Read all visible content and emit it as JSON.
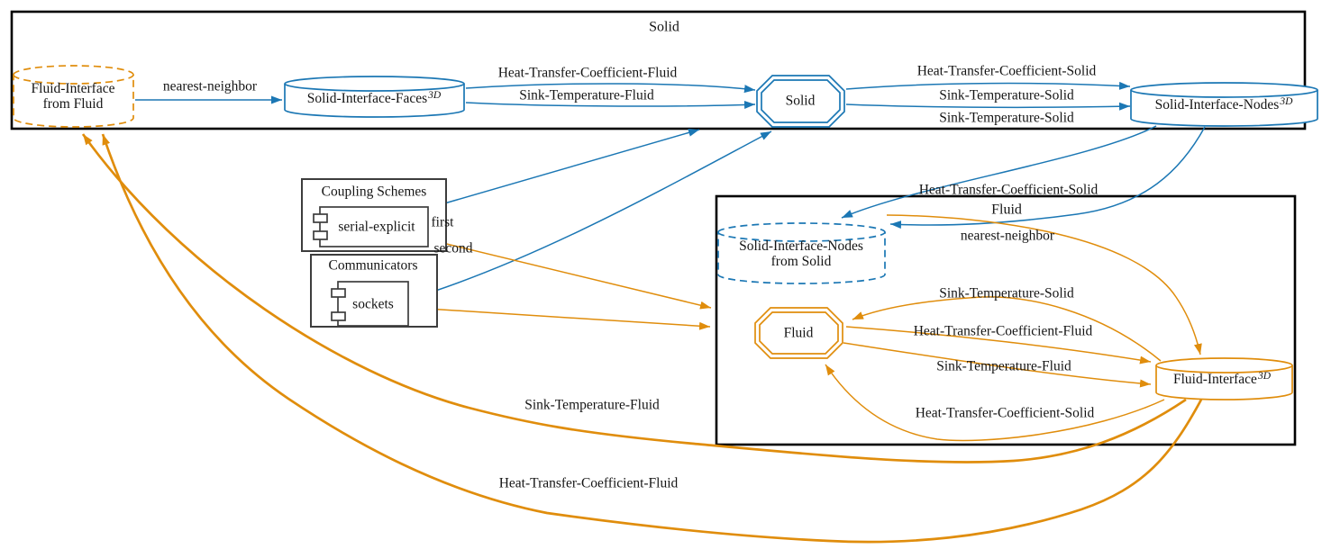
{
  "participants": {
    "solid": {
      "title": "Solid"
    },
    "fluid": {
      "title": "Fluid"
    }
  },
  "groups": {
    "coupling_schemes": {
      "title": "Coupling Schemes"
    },
    "communicators": {
      "title": "Communicators"
    }
  },
  "nodes": {
    "fluid_interface_from_fluid": {
      "line1": "Fluid-Interface",
      "line2": "from Fluid"
    },
    "solid_interface_faces": {
      "label": "Solid-Interface-Faces",
      "sup": "3D"
    },
    "solid_solver": {
      "label": "Solid"
    },
    "solid_interface_nodes": {
      "label": "Solid-Interface-Nodes",
      "sup": "3D"
    },
    "solid_interface_nodes_from_solid": {
      "line1": "Solid-Interface-Nodes",
      "line2": "from Solid"
    },
    "fluid_solver": {
      "label": "Fluid"
    },
    "fluid_interface": {
      "label": "Fluid-Interface",
      "sup": "3D"
    },
    "serial_explicit": {
      "label": "serial-explicit"
    },
    "sockets": {
      "label": "sockets"
    }
  },
  "edge_labels": {
    "map_nearest_neighbor_solid": "nearest-neighbor",
    "read_htc_fluid": "Heat-Transfer-Coefficient-Fluid",
    "read_st_fluid": "Sink-Temperature-Fluid",
    "write_htc_solid": "Heat-Transfer-Coefficient-Solid",
    "write_st_solid": "Sink-Temperature-Solid",
    "exchange_st_solid": "Sink-Temperature-Solid",
    "exchange_htc_solid": "Heat-Transfer-Coefficient-Solid",
    "map_nearest_neighbor_fluid": "nearest-neighbor",
    "read_st_solid": "Sink-Temperature-Solid",
    "write_htc_fluid": "Heat-Transfer-Coefficient-Fluid",
    "write_st_fluid": "Sink-Temperature-Fluid",
    "read_htc_solid": "Heat-Transfer-Coefficient-Solid",
    "exchange_st_fluid": "Sink-Temperature-Fluid",
    "exchange_htc_fluid": "Heat-Transfer-Coefficient-Fluid",
    "coupling_first": "first",
    "coupling_second": "second"
  },
  "colors": {
    "solid": "#1b77b4",
    "fluid": "#e08d0c",
    "frame": "#000000",
    "group": "#3d3d3d",
    "text": "#141414"
  }
}
